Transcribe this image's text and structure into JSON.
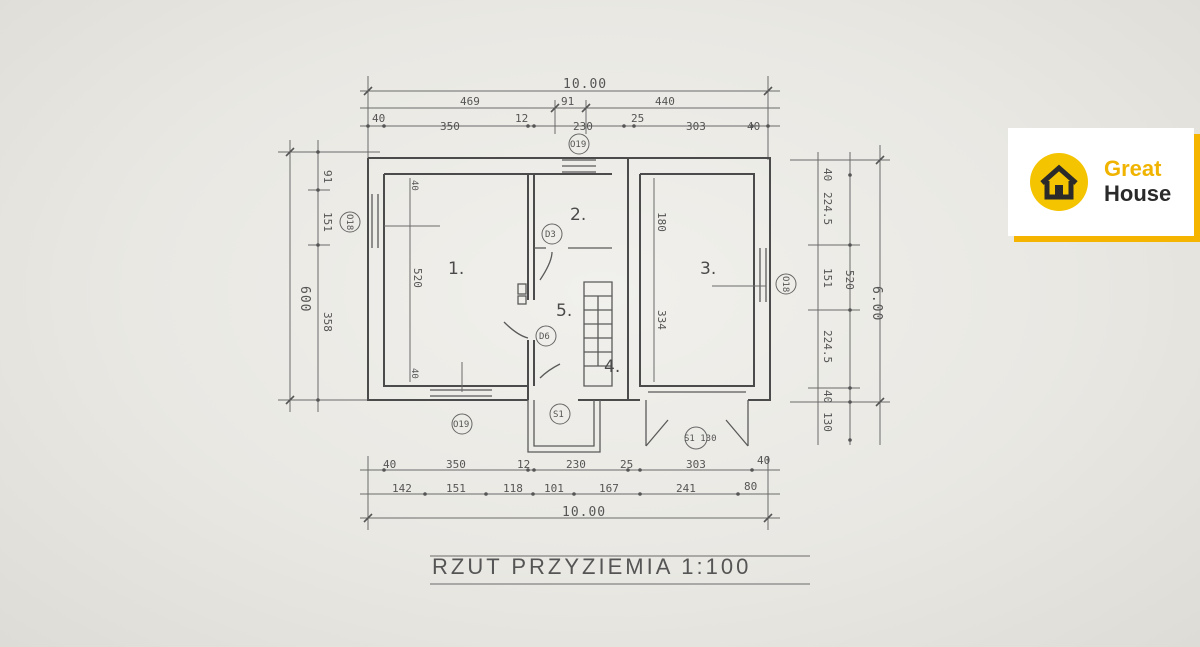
{
  "brand": {
    "line1": "Great",
    "line2": "House",
    "accent_color": "#f0b400",
    "icon": "house-in-circle-icon"
  },
  "plan": {
    "title": "RZUT PRZYZIEMIA 1:100",
    "top_total": "10.00",
    "top_row1": [
      "469",
      "91",
      "440"
    ],
    "top_row2": [
      "40",
      "350",
      "12",
      "230",
      "25",
      "303",
      "40"
    ],
    "bottom_row1": [
      "40",
      "350",
      "12",
      "230",
      "25",
      "303",
      "40"
    ],
    "bottom_row2": [
      "142",
      "151",
      "118",
      "101",
      "167",
      "241",
      "80"
    ],
    "bottom_total": "10.00",
    "left_total": "600",
    "left_parts": [
      "91",
      "151",
      "358"
    ],
    "right_total": "6.00",
    "right_mid": "520",
    "right_parts": [
      "40",
      "224.5",
      "151",
      "224.5",
      "40",
      "130"
    ],
    "rooms": [
      "1.",
      "2.",
      "3.",
      "4.",
      "5."
    ],
    "room1_height": "520",
    "room3_height": "334",
    "room2_width": "180",
    "corner_marks": [
      "40",
      "40"
    ],
    "tags": {
      "window_top": "O19",
      "window_left": "O18",
      "window_bottom": "O19",
      "window_right": "O18",
      "door_d3": "D3",
      "door_d6": "D6",
      "door_s1": "S1",
      "garage_door": "S1 130"
    }
  }
}
